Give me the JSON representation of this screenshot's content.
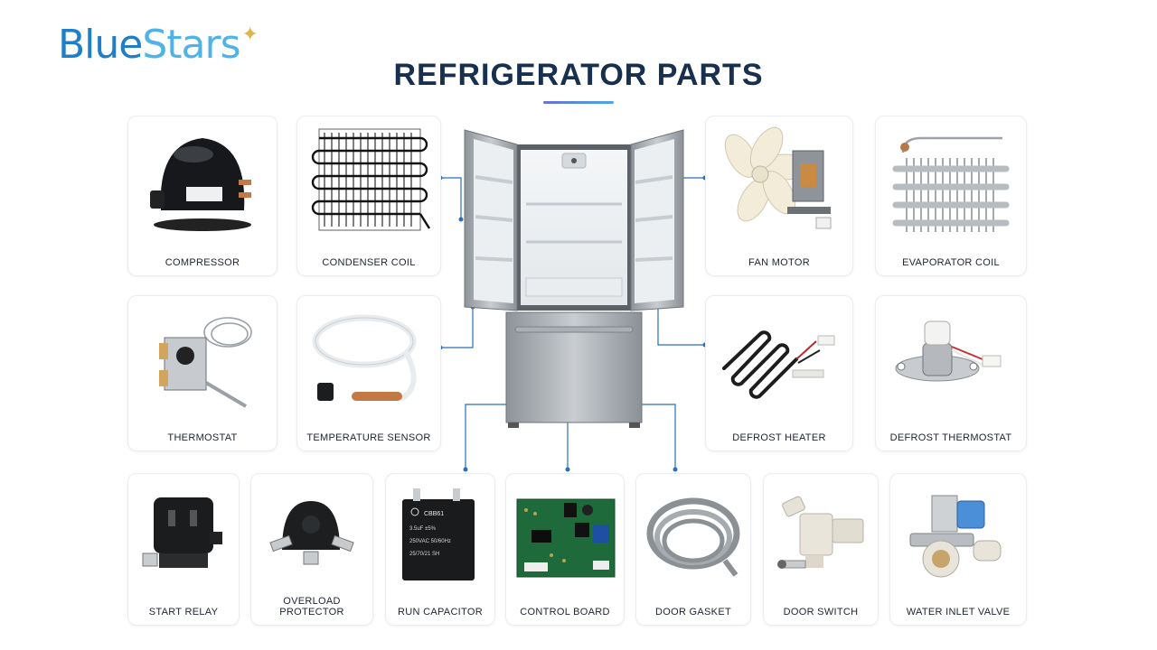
{
  "brand": {
    "part1": "Blue",
    "part2": "Stars"
  },
  "title": "REFRIGERATOR PARTS",
  "parts": {
    "compressor": "COMPRESSOR",
    "condenser_coil": "CONDENSER COIL",
    "fan_motor": "FAN MOTOR",
    "evaporator_coil": "EVAPORATOR COIL",
    "thermostat": "THERMOSTAT",
    "temperature_sensor": "TEMPERATURE SENSOR",
    "defrost_heater": "DEFROST HEATER",
    "defrost_thermostat": "DEFROST THERMOSTAT",
    "start_relay": "START RELAY",
    "overload_protector": "OVERLOAD PROTECTOR",
    "run_capacitor": "RUN CAPACITOR",
    "control_board": "CONTROL BOARD",
    "door_gasket": "DOOR GASKET",
    "door_switch": "DOOR SWITCH",
    "water_inlet_valve": "WATER INLET VALVE"
  },
  "capacitor_print": {
    "line1": "CBB61",
    "line2": "3.5uF ±5%",
    "line3": "250VAC 50/60Hz",
    "line4": "25/70/21 SH"
  },
  "colors": {
    "brand_blue": "#1e7ec8",
    "title": "#18304f",
    "connector": "#2a6fb8"
  }
}
